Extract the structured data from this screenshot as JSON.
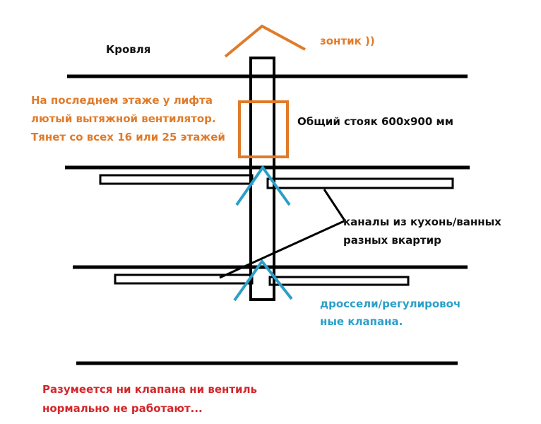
{
  "labels": {
    "roof": "Кровля",
    "umbrella": "зонтик ))",
    "fan_note_1": "На последнем этаже у лифта",
    "fan_note_2": "лютый вытяжной вентилятор.",
    "fan_note_3": "Тянет со всех 16 или 25 этажей",
    "riser": "Общий стояк 600x900 мм",
    "ducts_1": "каналы из кухонь/ванных",
    "ducts_2": "разных вкартир",
    "dampers_1": "дроссели/регулировоч",
    "dampers_2": "ные клапана.",
    "footer_1": "Разумеется ни клапана ни вентиль",
    "footer_2": "нормально не работают..."
  },
  "colors": {
    "lines": "#000000",
    "fan": "#e07b2a",
    "dampers": "#2b9fc8",
    "footer": "#d3262a"
  }
}
